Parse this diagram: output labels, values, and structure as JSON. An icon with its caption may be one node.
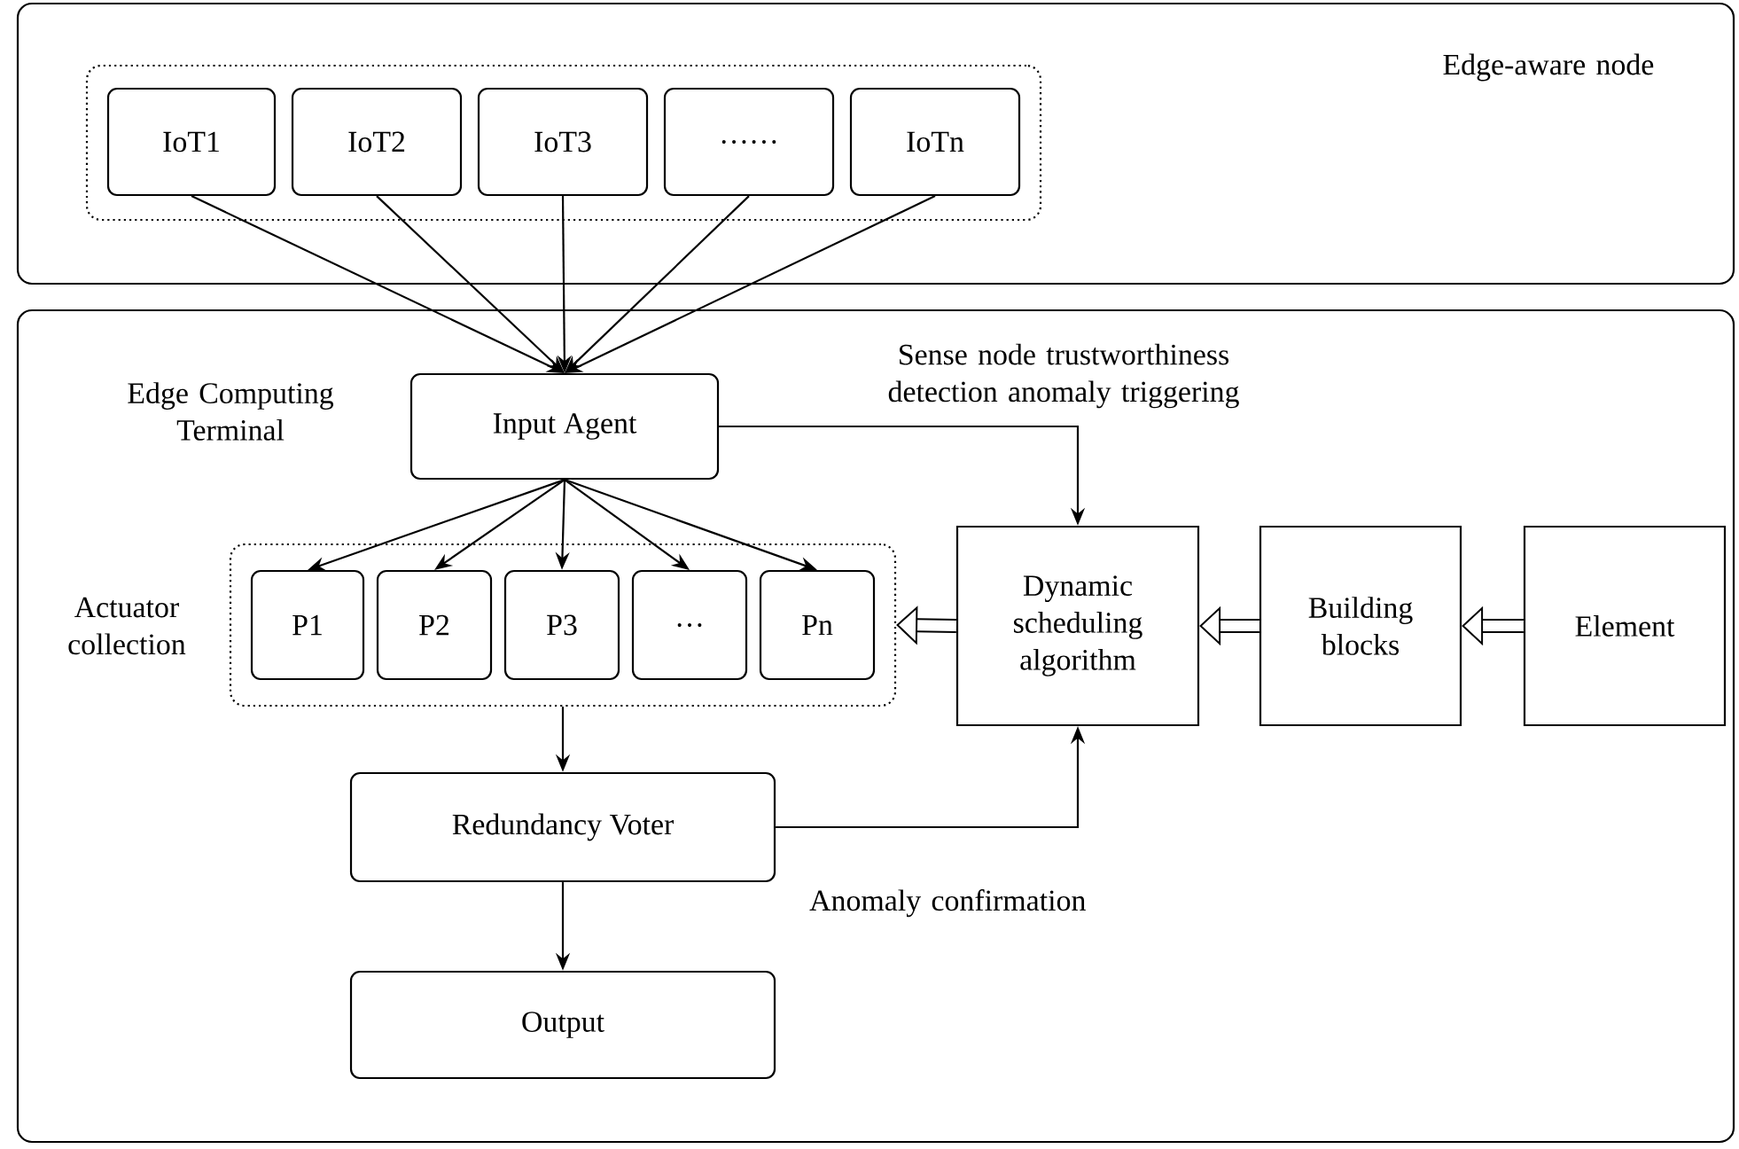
{
  "diagram": {
    "nodes": [
      {
        "text": [
          "Edge-aware node"
        ]
      },
      {
        "text": [],
        "shape": "box",
        "in": 0
      },
      {
        "text": [
          "IoT1"
        ],
        "in": 1
      },
      {
        "text": [
          "IoT2"
        ],
        "in": 1
      },
      {
        "text": [
          "IoT3"
        ],
        "in": 1
      },
      {
        "text": [
          "……"
        ],
        "in": 1
      },
      {
        "text": [
          "IoTn"
        ],
        "in": 1
      },
      {
        "text": [
          "Edge Computing Terminal"
        ]
      },
      {
        "text": [
          "Input Agent"
        ],
        "in": 7
      },
      {
        "text": [
          "Actuator collection"
        ],
        "in": 7
      },
      {
        "text": [
          "P1"
        ],
        "in": 9
      },
      {
        "text": [
          "P2"
        ],
        "in": 9
      },
      {
        "text": [
          "P3"
        ],
        "in": 9
      },
      {
        "text": [
          "…"
        ],
        "in": 9
      },
      {
        "text": [
          "Pn"
        ],
        "in": 9
      },
      {
        "text": [
          "Dynamic scheduling algorithm"
        ],
        "in": 7
      },
      {
        "text": [
          "Building blocks"
        ],
        "in": 7
      },
      {
        "text": [
          "Element"
        ],
        "in": 7
      },
      {
        "text": [
          "Redundancy Voter"
        ],
        "in": 7
      },
      {
        "text": [
          "Output"
        ],
        "in": 7
      }
    ],
    "edges": [
      {
        "from": 2,
        "to": 8,
        "arrow": "to"
      },
      {
        "from": 3,
        "to": 8,
        "arrow": "to"
      },
      {
        "from": 4,
        "to": 8,
        "arrow": "to"
      },
      {
        "from": 5,
        "to": 8,
        "arrow": "to"
      },
      {
        "from": 6,
        "to": 8,
        "arrow": "to"
      },
      {
        "from": 8,
        "to": 10,
        "arrow": "to"
      },
      {
        "from": 8,
        "to": 11,
        "arrow": "to"
      },
      {
        "from": 8,
        "to": 12,
        "arrow": "to"
      },
      {
        "from": 8,
        "to": 13,
        "arrow": "to"
      },
      {
        "from": 8,
        "to": 14,
        "arrow": "to"
      },
      {
        "from": 8,
        "to": 15,
        "arrow": "to",
        "label": "Sense node trustworthiness detection anomaly triggering"
      },
      {
        "from": 9,
        "to": 18,
        "arrow": "to"
      },
      {
        "from": 18,
        "to": 15,
        "arrow": "to",
        "label": "Anomaly confirmation"
      },
      {
        "from": 18,
        "to": 19,
        "arrow": "to"
      },
      {
        "from": 15,
        "to": 9,
        "arrow": "to",
        "style": "thick"
      },
      {
        "from": 16,
        "to": 15,
        "arrow": "to",
        "style": "thick"
      },
      {
        "from": 17,
        "to": 16,
        "arrow": "to",
        "style": "thick"
      }
    ]
  }
}
